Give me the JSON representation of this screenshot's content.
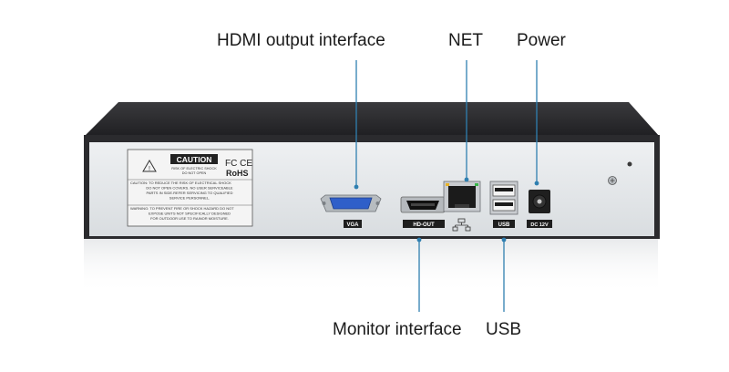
{
  "callouts": {
    "hdmi_output": "HDMI output interface",
    "net": "NET",
    "power": "Power",
    "monitor": "Monitor interface",
    "usb": "USB"
  },
  "label_plate": {
    "caution": "CAUTION",
    "caution_sub1": "RISK OF ELECTRIC SHOCK",
    "caution_sub2": "DO NOT OPEN",
    "fc_ce": "FC CE",
    "rohs": "RoHS",
    "warn_lines": [
      "CAUTION: TO REDUCE THE RISK OF ELECTRICAL SHOCK",
      "DO NOT OPEN COVERS. NO USER SERVICEABLE",
      "PARTS IN SIDE.REFER SERVICING TO QUALIFIED",
      "SERVICE PERSONNEL.",
      "WARNING: TO PREVENT FIRE OR SHOCK HAZARD DO NOT",
      "EXPOSE UNITS NOT SPECIFICALLY DESIGNED",
      "FOR OUTDOOR USE TO RAINOR MOISTURE."
    ]
  },
  "port_labels": {
    "vga": "VGA",
    "hdout": "HD-OUT",
    "usb": "USB",
    "dc": "DC 12V"
  },
  "colors": {
    "accent_line": "#2f7fb0",
    "panel": "#e4e7ea",
    "chassis": "#2b2b2e",
    "vga_blue": "#2f5fc9"
  }
}
